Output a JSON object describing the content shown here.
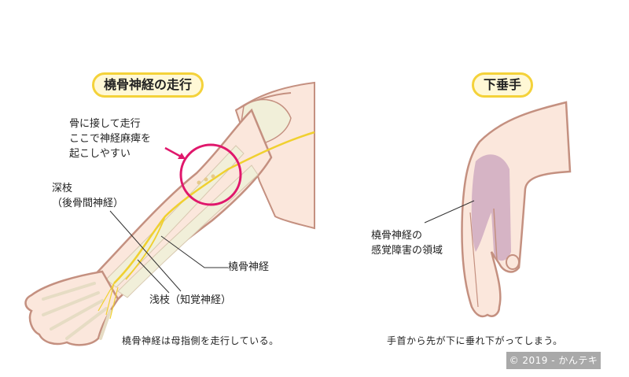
{
  "left_panel": {
    "title": "橈骨神経の走行",
    "callout_lines": [
      "骨に接して走行",
      "ここで神経麻痺を",
      "起こしやすい"
    ],
    "deep_branch_lines": [
      "深枝",
      "（後骨間神経）"
    ],
    "radial_nerve_label": "橈骨神経",
    "superficial_branch_label": "浅枝（知覚神経）",
    "caption": "橈骨神経は母指側を走行している。"
  },
  "right_panel": {
    "title": "下垂手",
    "region_label_lines": [
      "橈骨神経の",
      "感覚障害の領域"
    ],
    "caption": "手首から先が下に垂れ下がってしまう。"
  },
  "footer": {
    "copyright": "© 2019 - かんテキ"
  },
  "colors": {
    "skin": "#fbe7dc",
    "skin_outline": "#c49080",
    "bone": "#f1efd9",
    "nerve": "#f0d030",
    "highlight_circle": "#e0186c",
    "sensory_region": "#c9a3bd",
    "pill_border": "#f4d23a",
    "pill_fill": "#fff8d6",
    "copyright_bg": "#a9a9a9"
  }
}
